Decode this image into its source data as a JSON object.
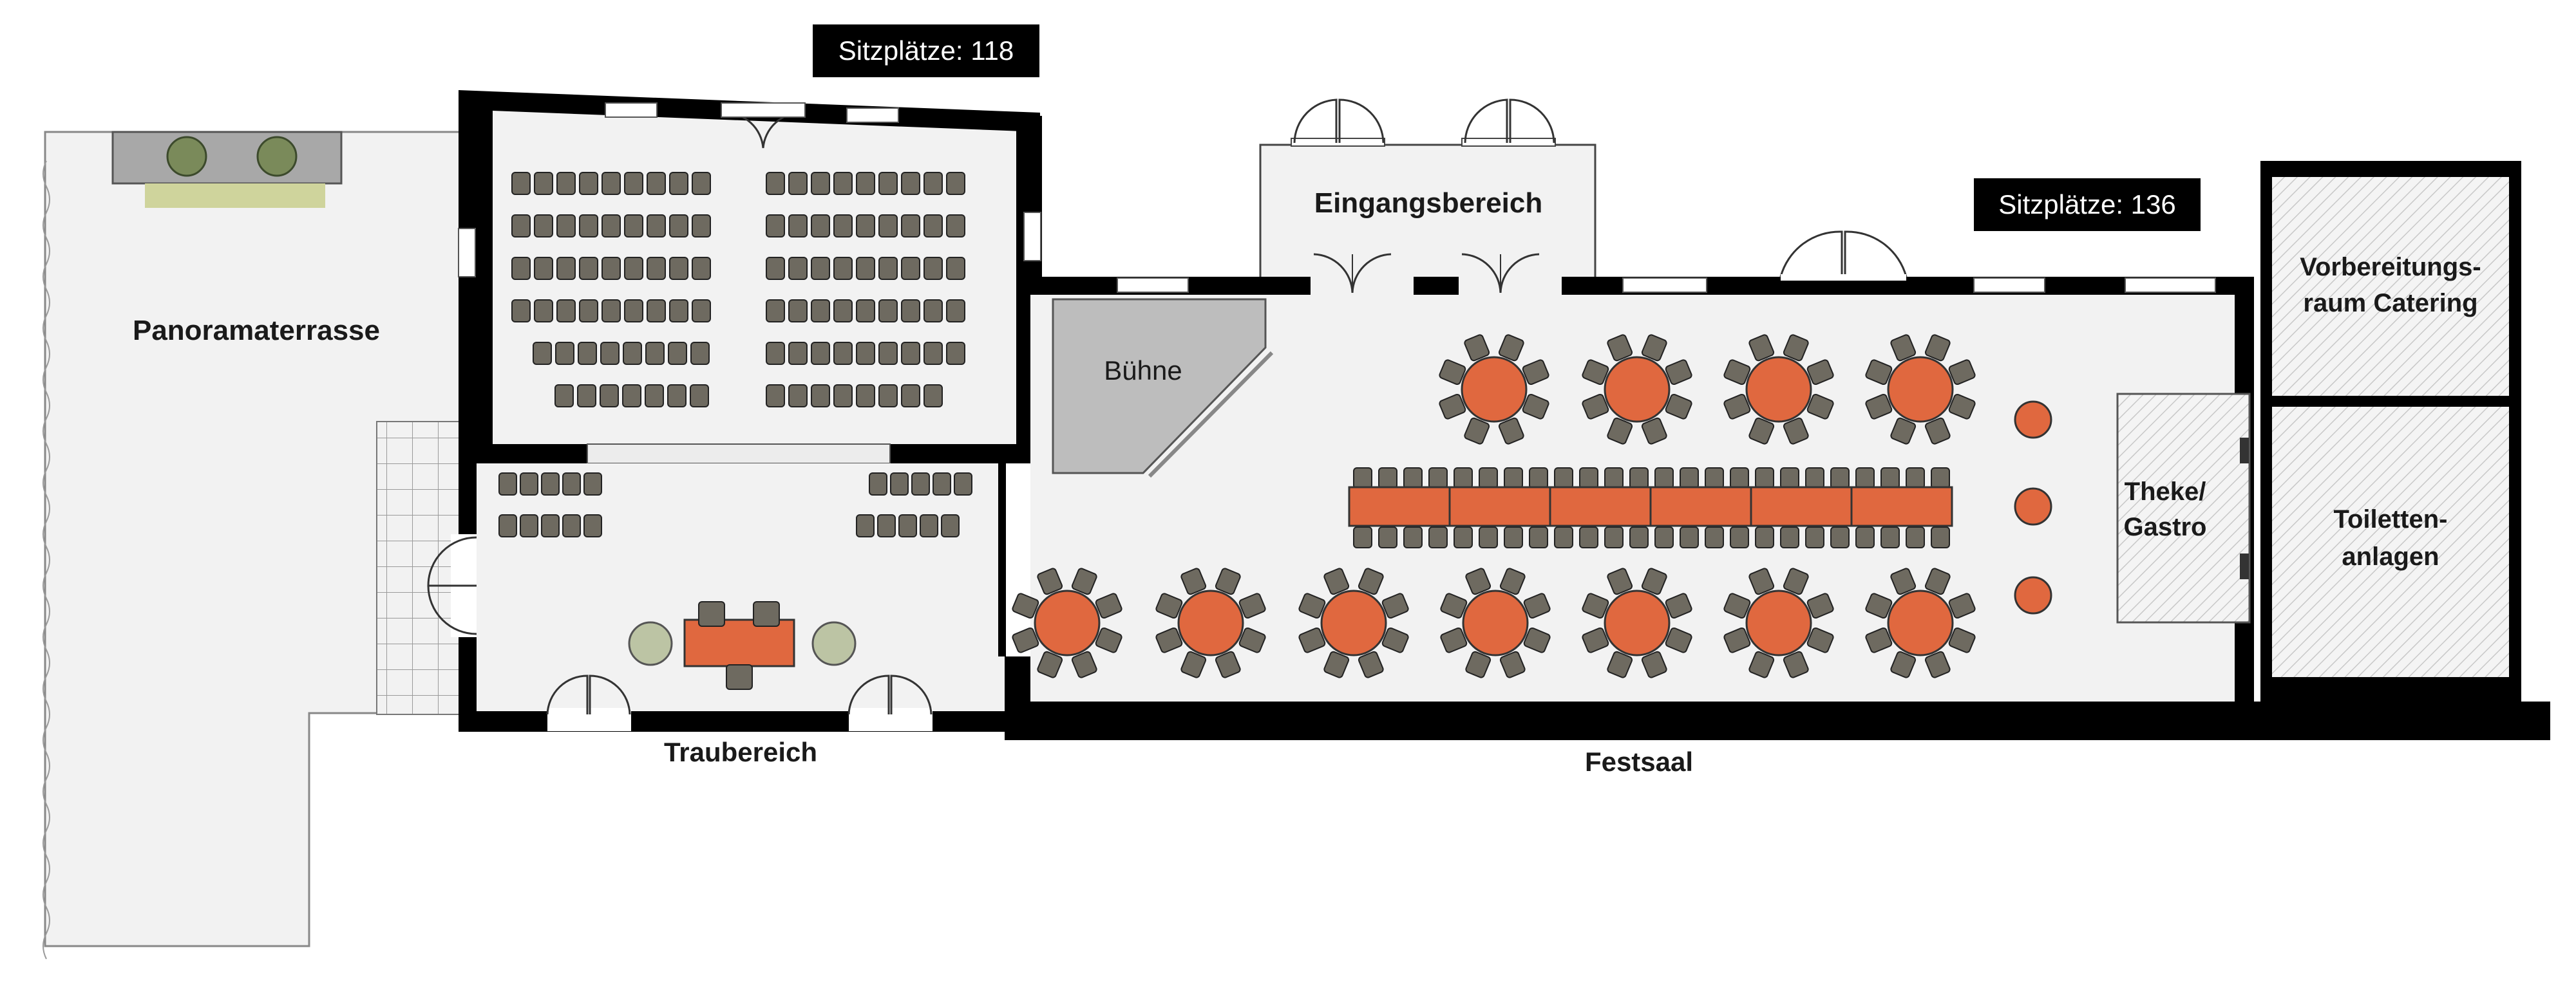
{
  "plan": {
    "rooms": {
      "panoramaterrasse": "Panoramaterrasse",
      "eingangsbereich": "Eingangsbereich",
      "buehne": "Bühne",
      "traubereich": "Traubereich",
      "festsaal": "Festsaal",
      "theke_line1": "Theke/",
      "theke_line2": "Gastro",
      "vorbereitung_line1": "Vorbereitungs-",
      "vorbereitung_line2": "raum Catering",
      "toiletten_line1": "Toiletten-",
      "toiletten_line2": "anlagen"
    },
    "seat_captions": {
      "left_hall": "Sitzplätze: 118",
      "festsaal": "Sitzplätze: 136"
    },
    "colors": {
      "wall": "#000000",
      "floor": "#f2f2f2",
      "table": "#e0683f",
      "chair": "#6e6a60",
      "stage": "#bdbdbd",
      "caption_bg": "#000000",
      "plant": "#7a8a5a",
      "planter_bed": "#cfd49c"
    }
  }
}
